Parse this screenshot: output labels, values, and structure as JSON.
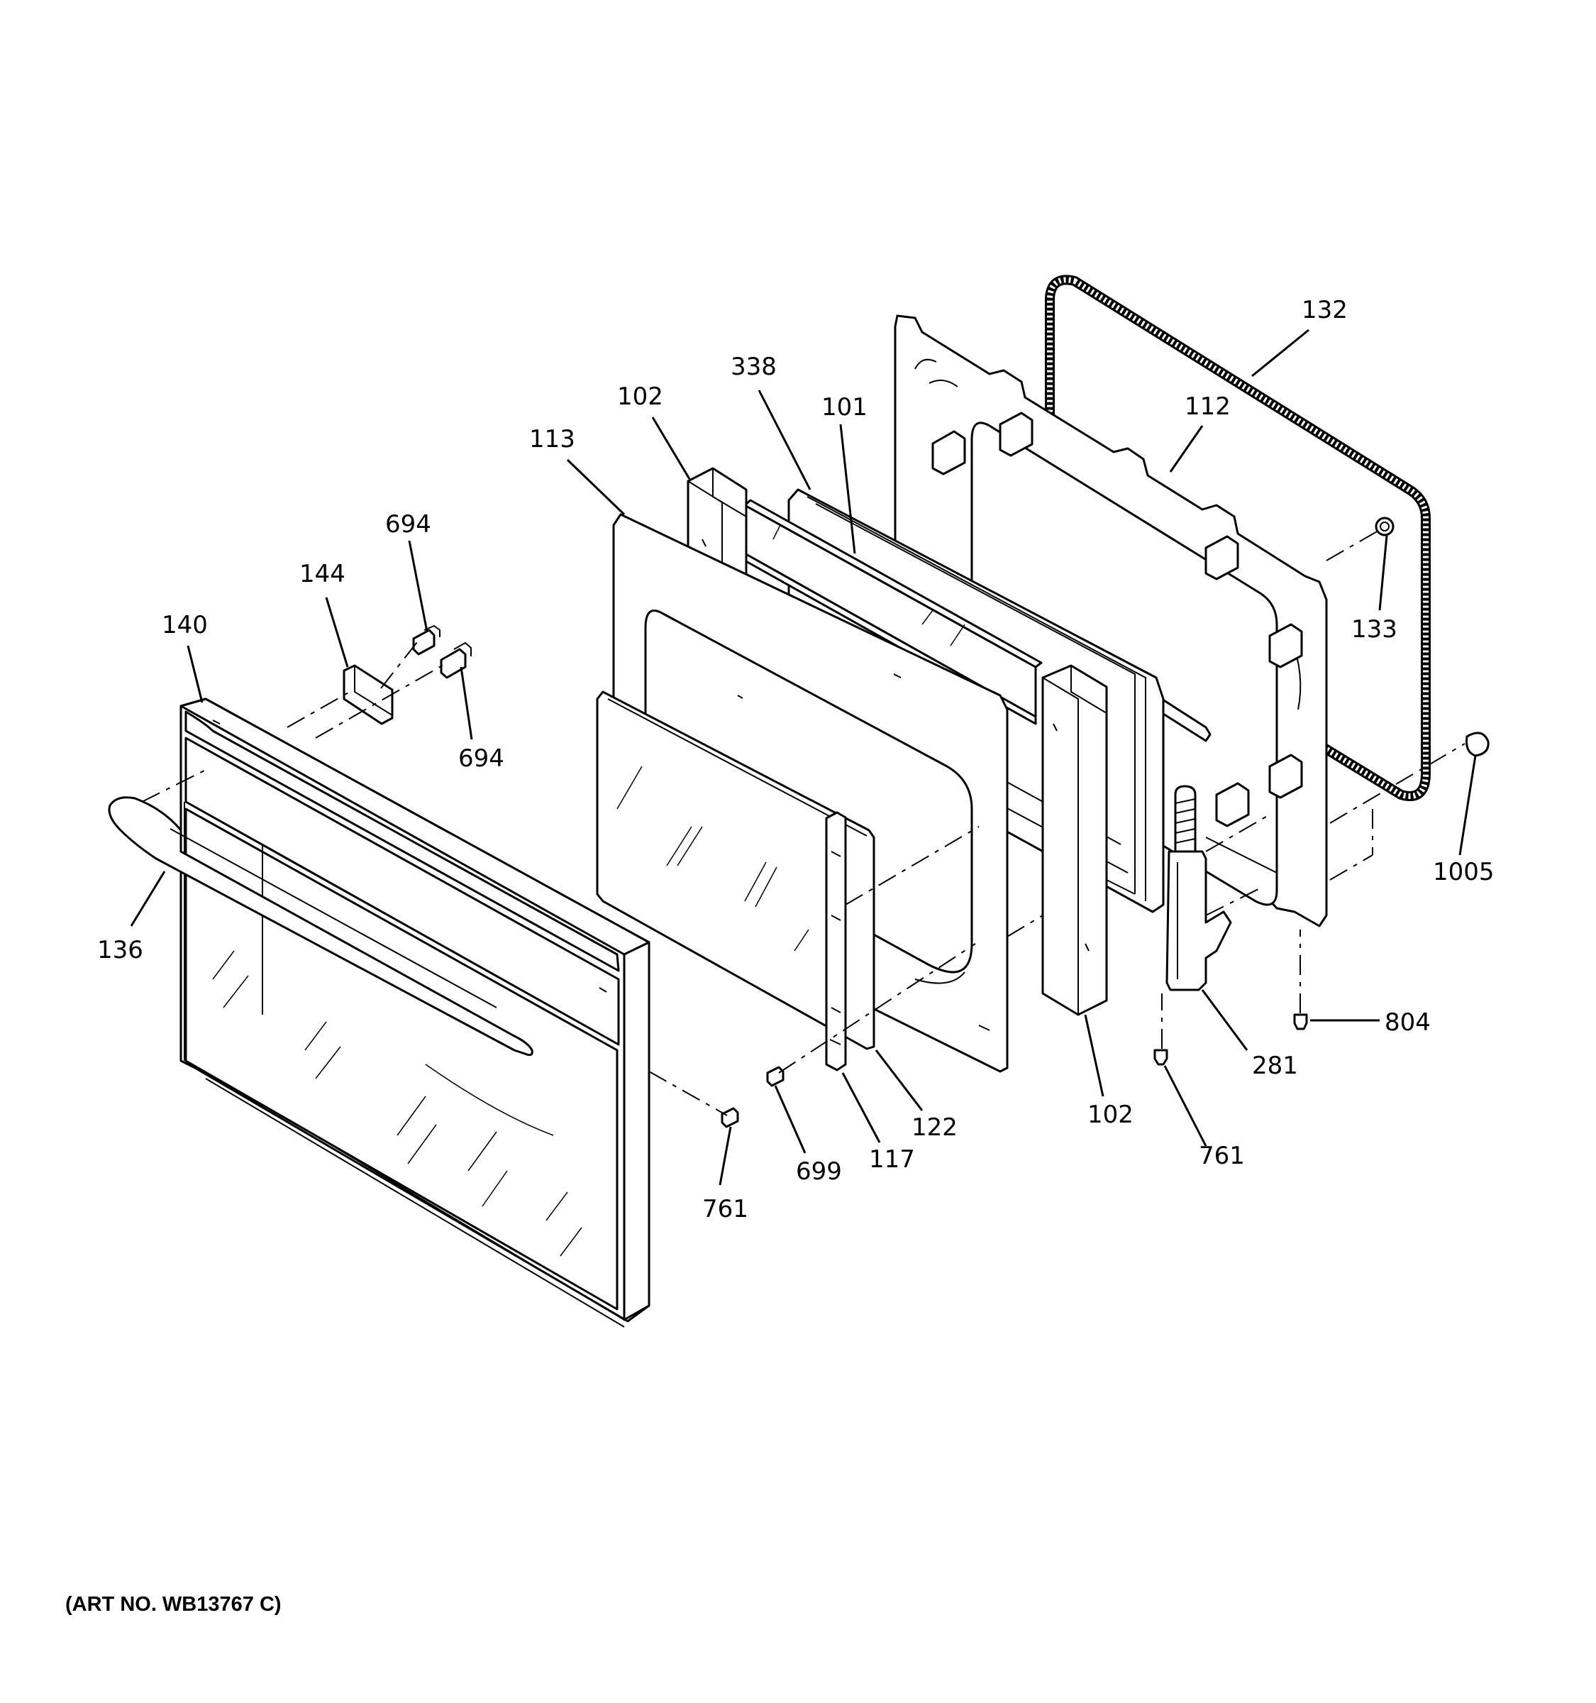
{
  "art_number": "(ART NO. WB13767 C)",
  "callouts": {
    "c102_top": "102",
    "c338": "338",
    "c101": "101",
    "c132": "132",
    "c112": "112",
    "c113": "113",
    "c694_top": "694",
    "c144": "144",
    "c140": "140",
    "c694_bottom": "694",
    "c133": "133",
    "c1005": "1005",
    "c136": "136",
    "c804": "804",
    "c281": "281",
    "c122": "122",
    "c102_bottom": "102",
    "c761_right": "761",
    "c699": "699",
    "c117": "117",
    "c761_left": "761"
  }
}
